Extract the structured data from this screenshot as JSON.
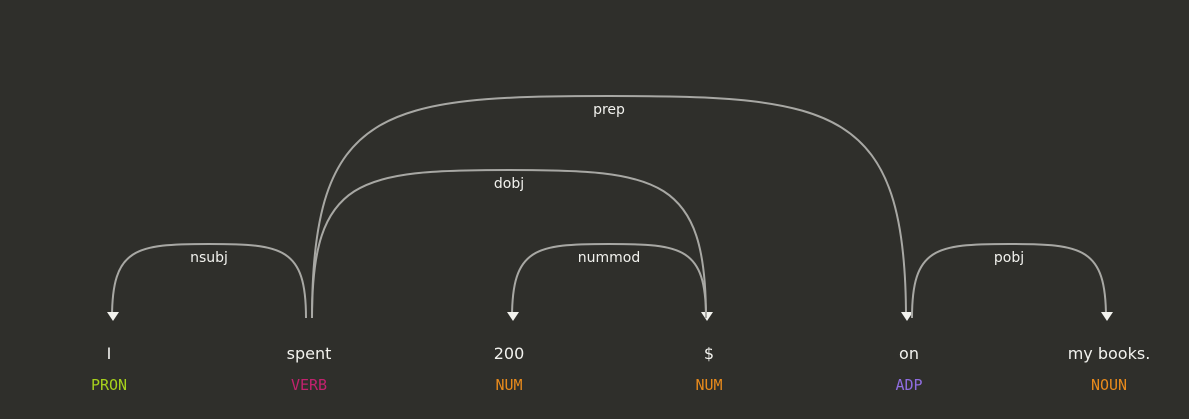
{
  "words": [
    {
      "text": "I",
      "tag": "PRON",
      "tag_color": "#a6d11c"
    },
    {
      "text": "spent",
      "tag": "VERB",
      "tag_color": "#c2226e"
    },
    {
      "text": "200",
      "tag": "NUM",
      "tag_color": "#e88a1c"
    },
    {
      "text": "$",
      "tag": "NUM",
      "tag_color": "#e88a1c"
    },
    {
      "text": "on",
      "tag": "ADP",
      "tag_color": "#8f6de0"
    },
    {
      "text": "my books.",
      "tag": "NOUN",
      "tag_color": "#e88a1c"
    }
  ],
  "arcs": [
    {
      "label": "nsubj",
      "start": 0,
      "end": 1,
      "direction": "left"
    },
    {
      "label": "prep",
      "start": 1,
      "end": 4,
      "direction": "right"
    },
    {
      "label": "dobj",
      "start": 1,
      "end": 3,
      "direction": "right"
    },
    {
      "label": "nummod",
      "start": 2,
      "end": 3,
      "direction": "left"
    },
    {
      "label": "pobj",
      "start": 4,
      "end": 5,
      "direction": "right"
    }
  ],
  "colors": {
    "background": "#2f2f2b",
    "arc": "#a8a8a4",
    "text": "#f2f2ee"
  }
}
